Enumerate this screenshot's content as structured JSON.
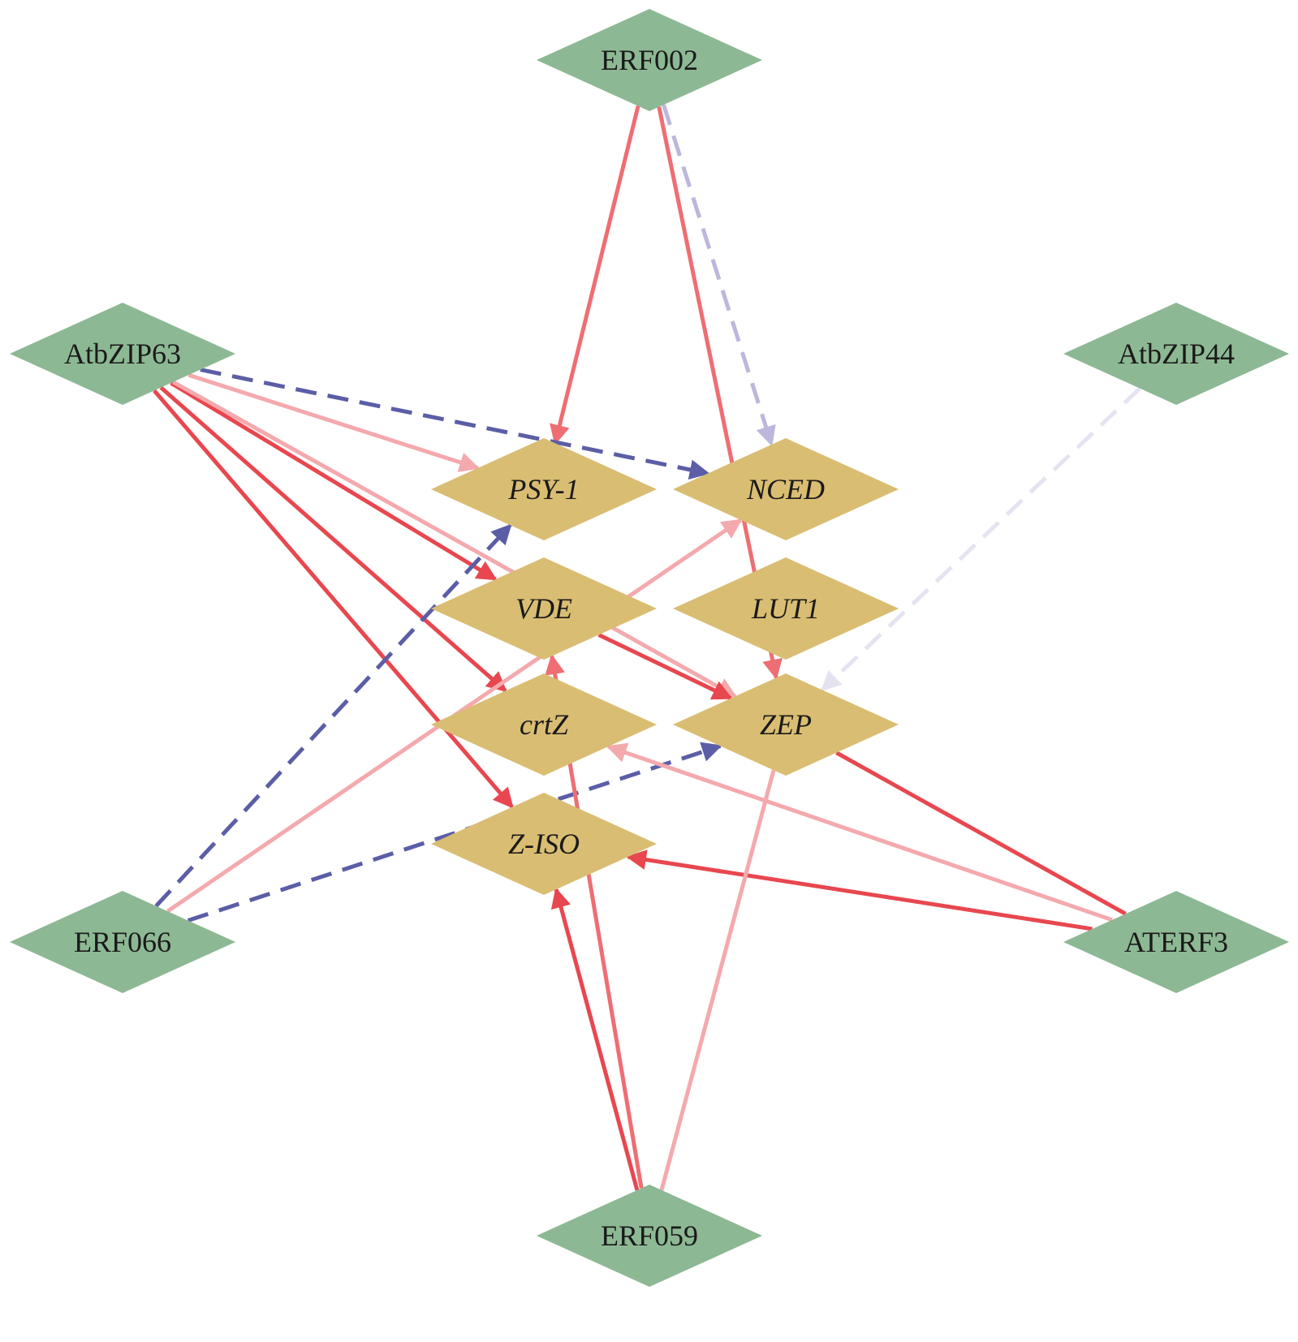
{
  "title": "Regulatory network",
  "colors": {
    "tf_node": "#8db894",
    "gene_node": "#d9bd72",
    "red": "#e8474f",
    "salmon": "#ee6e73",
    "pink": "#f4a9ad",
    "blue_dashed": "#5b5ea6",
    "lavender_dashed": "#bcb7dc",
    "pale_dashed": "#e6e3f1"
  },
  "nodes": [
    {
      "id": "ERF002",
      "label": "ERF002",
      "kind": "tf"
    },
    {
      "id": "AtbZIP63",
      "label": "AtbZIP63",
      "kind": "tf"
    },
    {
      "id": "AtbZIP44",
      "label": "AtbZIP44",
      "kind": "tf"
    },
    {
      "id": "ERF066",
      "label": "ERF066",
      "kind": "tf"
    },
    {
      "id": "ATERF3",
      "label": "ATERF3",
      "kind": "tf"
    },
    {
      "id": "ERF059",
      "label": "ERF059",
      "kind": "tf"
    },
    {
      "id": "PSY-1",
      "label": "PSY-1",
      "kind": "gene"
    },
    {
      "id": "NCED",
      "label": "NCED",
      "kind": "gene"
    },
    {
      "id": "VDE",
      "label": "VDE",
      "kind": "gene"
    },
    {
      "id": "LUT1",
      "label": "LUT1",
      "kind": "gene"
    },
    {
      "id": "crtZ",
      "label": "crtZ",
      "kind": "gene"
    },
    {
      "id": "ZEP",
      "label": "ZEP",
      "kind": "gene"
    },
    {
      "id": "Z-ISO",
      "label": "Z-ISO",
      "kind": "gene"
    }
  ],
  "edges": [
    {
      "source": "ERF002",
      "target": "PSY-1",
      "color": "salmon",
      "dashed": false
    },
    {
      "source": "ERF002",
      "target": "ZEP",
      "color": "salmon",
      "dashed": false
    },
    {
      "source": "ERF002",
      "target": "NCED",
      "color": "lavender_dashed",
      "dashed": true
    },
    {
      "source": "AtbZIP63",
      "target": "PSY-1",
      "color": "pink",
      "dashed": false
    },
    {
      "source": "AtbZIP63",
      "target": "NCED",
      "color": "blue_dashed",
      "dashed": true
    },
    {
      "source": "AtbZIP63",
      "target": "VDE",
      "color": "red",
      "dashed": false
    },
    {
      "source": "AtbZIP63",
      "target": "crtZ",
      "color": "red",
      "dashed": false
    },
    {
      "source": "AtbZIP63",
      "target": "Z-ISO",
      "color": "red",
      "dashed": false
    },
    {
      "source": "AtbZIP63",
      "target": "ZEP",
      "color": "pink",
      "dashed": false
    },
    {
      "source": "VDE",
      "target": "ZEP",
      "color": "red",
      "dashed": false
    },
    {
      "source": "AtbZIP44",
      "target": "ZEP",
      "color": "pale_dashed",
      "dashed": true
    },
    {
      "source": "ERF066",
      "target": "PSY-1",
      "color": "blue_dashed",
      "dashed": true
    },
    {
      "source": "ERF066",
      "target": "NCED",
      "color": "pink",
      "dashed": false
    },
    {
      "source": "ERF066",
      "target": "ZEP",
      "color": "blue_dashed",
      "dashed": true
    },
    {
      "source": "ATERF3",
      "target": "Z-ISO",
      "color": "red",
      "dashed": false
    },
    {
      "source": "ATERF3",
      "target": "crtZ",
      "color": "pink",
      "dashed": false
    },
    {
      "source": "ATERF3",
      "target": "ZEP",
      "color": "red",
      "dashed": false,
      "arrow": false
    },
    {
      "source": "ERF059",
      "target": "Z-ISO",
      "color": "red",
      "dashed": false
    },
    {
      "source": "ERF059",
      "target": "VDE",
      "color": "salmon",
      "dashed": false
    },
    {
      "source": "ERF059",
      "target": "ZEP",
      "color": "pink",
      "dashed": false,
      "arrow": false
    }
  ]
}
